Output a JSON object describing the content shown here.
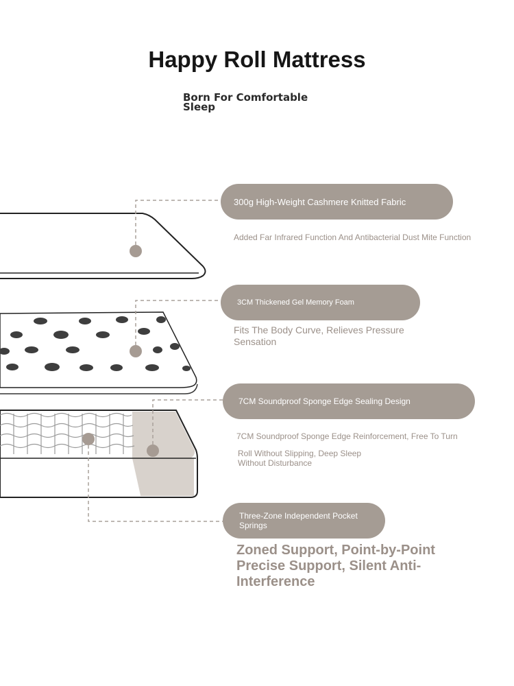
{
  "header": {
    "title": "Happy Roll Mattress",
    "subtitle": "Born For Comfortable Sleep"
  },
  "layers": [
    {
      "label": "300g High-Weight Cashmere Knitted Fabric",
      "description": "Added Far Infrared Function And Antibacterial Dust Mite Function"
    },
    {
      "label": "3CM Thickened Gel Memory Foam",
      "description": "Fits The Body Curve, Relieves Pressure Sensation"
    },
    {
      "label": "7CM Soundproof Sponge Edge Sealing Design",
      "description": "7CM Soundproof Sponge Edge Reinforcement, Free To Turn",
      "description_2": "Roll Without Slipping, Deep Sleep Without Disturbance"
    },
    {
      "label": "Three-Zone Independent Pocket Springs",
      "description": "Zoned Support, Point-by-Point Precise Support, Silent Anti-Interference"
    }
  ],
  "colors": {
    "pill": "#a59c94",
    "marker": "#a69b93",
    "leader_line": "#a8a09a",
    "description_text": "#9b9089",
    "outline": "#222222",
    "edge_panel": "#d8d2cc"
  }
}
